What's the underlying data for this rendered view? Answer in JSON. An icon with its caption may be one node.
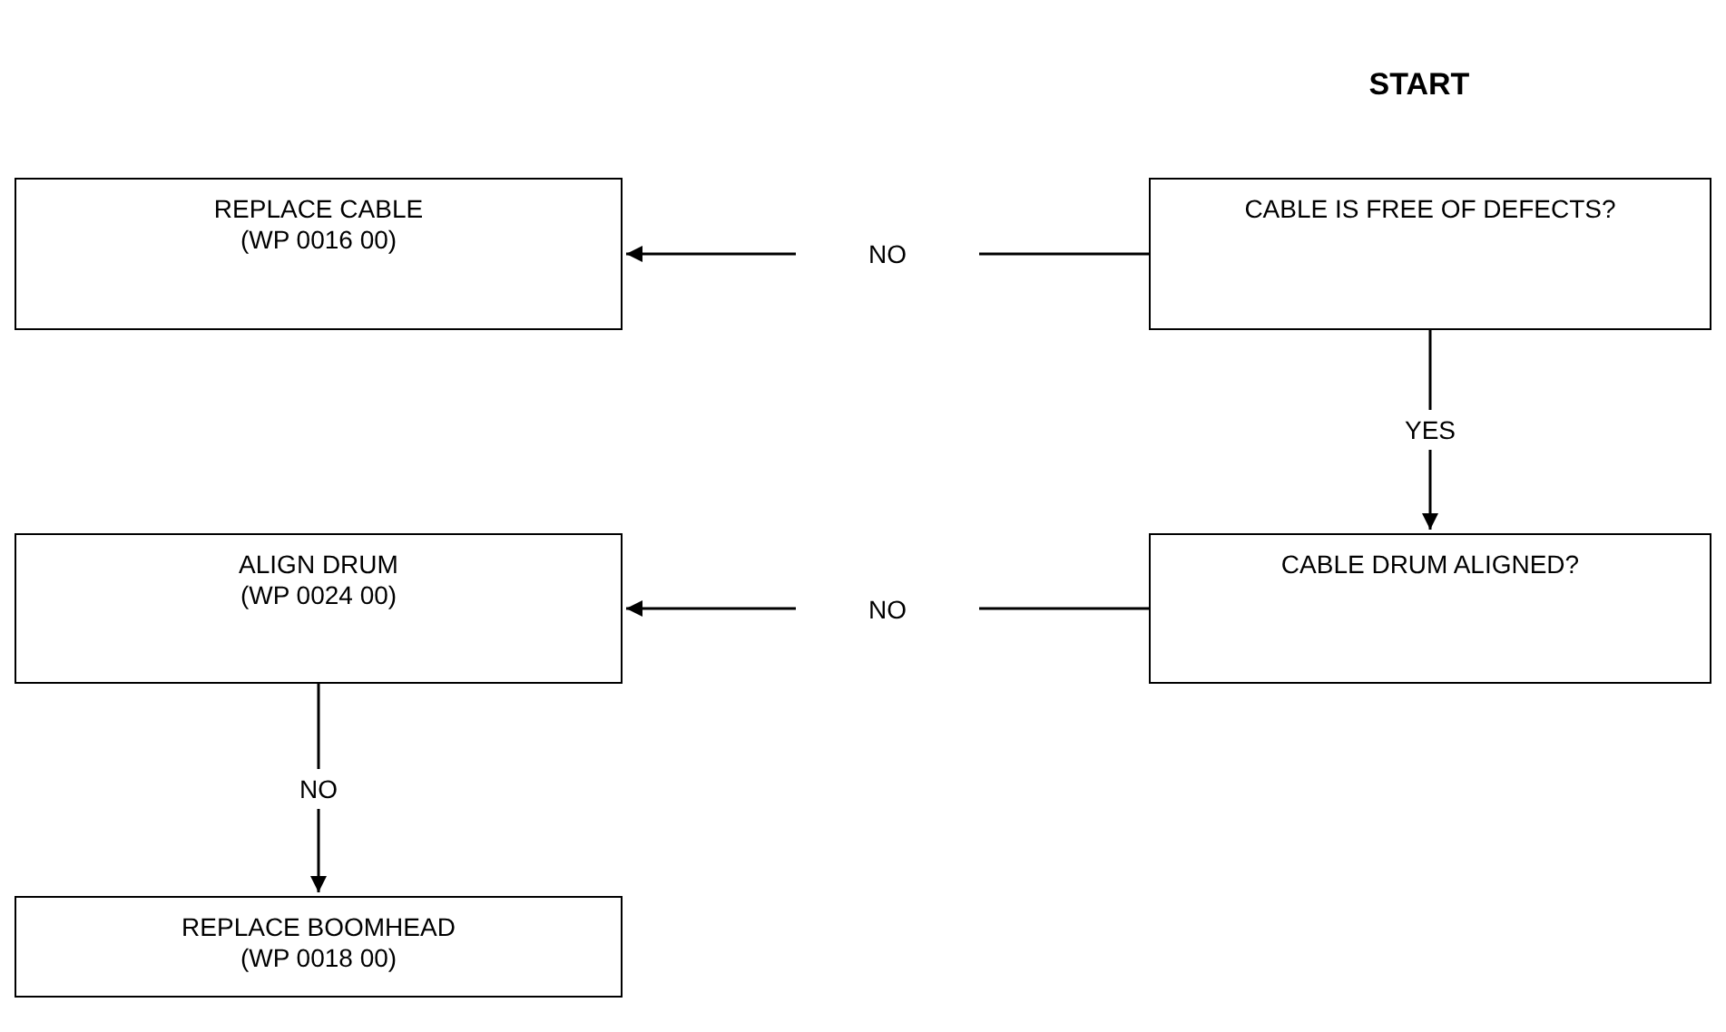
{
  "diagram": {
    "nodes": [
      {
        "text": [
          "REPLACE CABLE",
          "(WP 0016 00)"
        ]
      },
      {
        "text": [
          "CABLE IS FREE OF DEFECTS?"
        ]
      },
      {
        "text": [
          "ALIGN DRUM",
          "(WP 0024 00)"
        ]
      },
      {
        "text": [
          "CABLE DRUM ALIGNED?"
        ]
      },
      {
        "text": [
          "REPLACE BOOMHEAD",
          "(WP 0018 00)"
        ]
      }
    ],
    "edges": [
      {
        "from": 1,
        "to": 0,
        "arrow": "to",
        "label": "NO"
      },
      {
        "from": 1,
        "to": 3,
        "arrow": "to",
        "label": "YES"
      },
      {
        "from": 3,
        "to": 2,
        "arrow": "to",
        "label": "NO"
      },
      {
        "from": 2,
        "to": 4,
        "arrow": "to",
        "label": "NO"
      }
    ],
    "labels": [
      "START"
    ]
  }
}
